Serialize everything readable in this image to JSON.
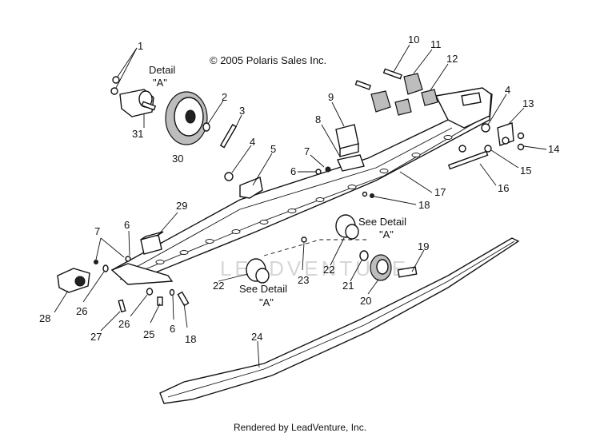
{
  "copyright": "© 2005 Polaris Sales Inc.",
  "footer": "Rendered by LeadVenture, Inc.",
  "watermark": "LEADVENTURE",
  "detail_label": "Detail",
  "detail_id": "\"A\"",
  "see_detail_label": "See Detail",
  "see_detail_id": "\"A\"",
  "callouts": {
    "c1": "1",
    "c2": "2",
    "c3": "3",
    "c4a": "4",
    "c4b": "4",
    "c5": "5",
    "c6a": "6",
    "c6b": "6",
    "c6c": "6",
    "c7a": "7",
    "c7b": "7",
    "c8": "8",
    "c9": "9",
    "c10": "10",
    "c11": "11",
    "c12": "12",
    "c13": "13",
    "c14": "14",
    "c15": "15",
    "c16": "16",
    "c17": "17",
    "c18a": "18",
    "c18b": "18",
    "c19": "19",
    "c20": "20",
    "c21": "21",
    "c22a": "22",
    "c22b": "22",
    "c23": "23",
    "c24": "24",
    "c25": "25",
    "c26a": "26",
    "c26b": "26",
    "c27": "27",
    "c28": "28",
    "c29": "29",
    "c30": "30",
    "c31": "31"
  }
}
